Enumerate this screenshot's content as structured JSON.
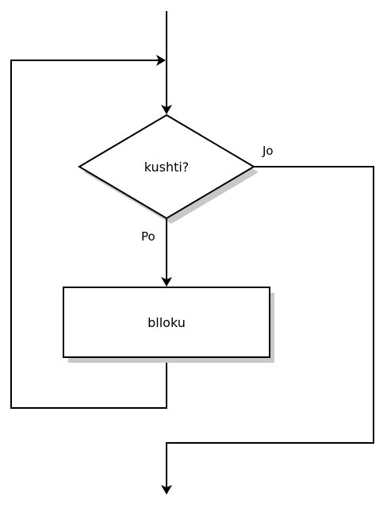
{
  "diagram": {
    "decision": {
      "label": "kushti?"
    },
    "process": {
      "label": "blloku"
    },
    "edges": {
      "yes_label": "Po",
      "no_label": "Jo"
    },
    "colors": {
      "stroke": "#000000",
      "fill": "#ffffff",
      "shadow": "#c8c8c8"
    }
  }
}
